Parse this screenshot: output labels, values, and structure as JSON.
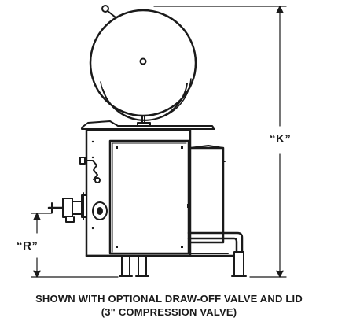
{
  "dimensions": {
    "k_label": "“K”",
    "r_label": "“R”"
  },
  "caption": {
    "line1": "SHOWN WITH OPTIONAL DRAW-OFF VALVE AND LID",
    "line2": "(3\" COMPRESSION VALVE)"
  },
  "colors": {
    "line": "#1a1a1a",
    "background": "#ffffff"
  }
}
